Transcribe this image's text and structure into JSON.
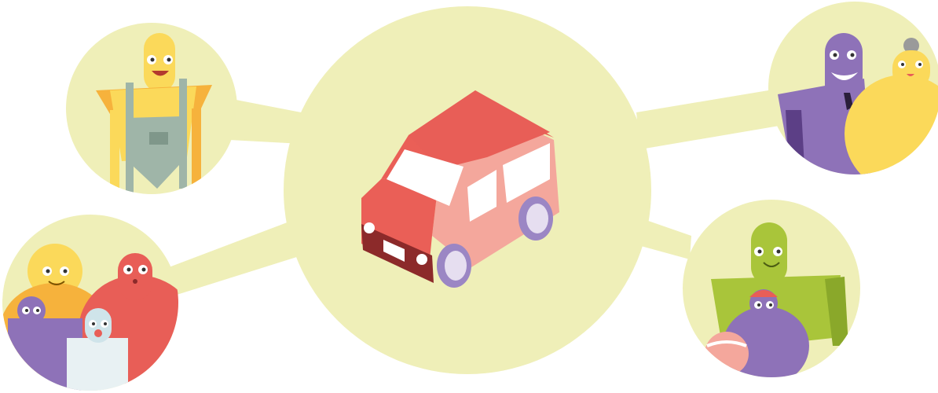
{
  "palette": {
    "bubble": "#efefb8",
    "background": "#ffffff",
    "car_body": "#ea5f57",
    "car_side": "#f4a79c",
    "wheel": "#b9a6d6",
    "window": "#ffffff",
    "yellow": "#fbd95a",
    "orange": "#f6b23c",
    "grey_green": "#9fb5a8",
    "purple": "#8e72b8",
    "dark_purple": "#5c3f86",
    "red": "#e85e57",
    "lime": "#a9c53a",
    "light_blue": "#cfe4ea"
  },
  "groups": [
    {
      "id": "worker",
      "icon": "worker-character-icon"
    },
    {
      "id": "family",
      "icon": "family-group-icon"
    },
    {
      "id": "center",
      "icon": "red-minivan-icon"
    },
    {
      "id": "elderly",
      "icon": "elderly-couple-icon"
    },
    {
      "id": "parent-child",
      "icon": "parent-child-icon"
    }
  ]
}
